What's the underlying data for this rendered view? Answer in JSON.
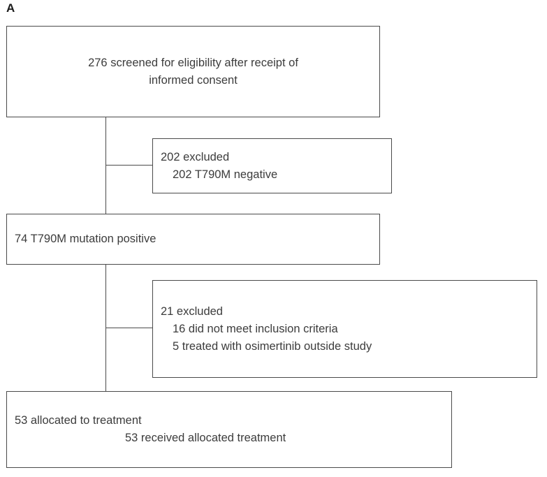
{
  "figure": {
    "panel_label": "A",
    "background_color": "#ffffff",
    "line_color": "#4a4a4a",
    "text_color": "#3c3c3c"
  },
  "nodes": {
    "screened": {
      "line1": "276 screened for eligibility after receipt of",
      "line2": "informed consent"
    },
    "excluded_1": {
      "line1": "202 excluded",
      "line2": "202 T790M negative"
    },
    "positive": {
      "line1": "74 T790M mutation positive"
    },
    "excluded_2": {
      "line1": "21 excluded",
      "line2": "16 did not meet inclusion criteria",
      "line3": "5 treated with osimertinib outside study"
    },
    "allocated": {
      "line1": "53 allocated to treatment",
      "line2": "53 received allocated treatment"
    }
  },
  "chart_data": {
    "type": "diagram",
    "title": "CONSORT-style participant flow diagram",
    "panel": "A",
    "flow": [
      {
        "id": "screened",
        "stage": "enrollment",
        "count": 276,
        "text": "276 screened for eligibility after receipt of informed consent"
      },
      {
        "id": "excluded_1",
        "stage": "exclusion",
        "count": 202,
        "text": "202 excluded",
        "reasons": [
          {
            "count": 202,
            "text": "202 T790M negative"
          }
        ]
      },
      {
        "id": "positive",
        "stage": "eligible",
        "count": 74,
        "text": "74 T790M mutation positive"
      },
      {
        "id": "excluded_2",
        "stage": "exclusion",
        "count": 21,
        "text": "21 excluded",
        "reasons": [
          {
            "count": 16,
            "text": "16 did not meet inclusion criteria"
          },
          {
            "count": 5,
            "text": "5 treated with osimertinib outside study"
          }
        ]
      },
      {
        "id": "allocated",
        "stage": "allocation",
        "count": 53,
        "text": "53 allocated to treatment",
        "sub": [
          {
            "count": 53,
            "text": "53 received allocated treatment"
          }
        ]
      }
    ],
    "edges": [
      {
        "from": "screened",
        "to": "excluded_1",
        "kind": "branch"
      },
      {
        "from": "screened",
        "to": "positive",
        "kind": "main"
      },
      {
        "from": "positive",
        "to": "excluded_2",
        "kind": "branch"
      },
      {
        "from": "positive",
        "to": "allocated",
        "kind": "main"
      }
    ]
  }
}
